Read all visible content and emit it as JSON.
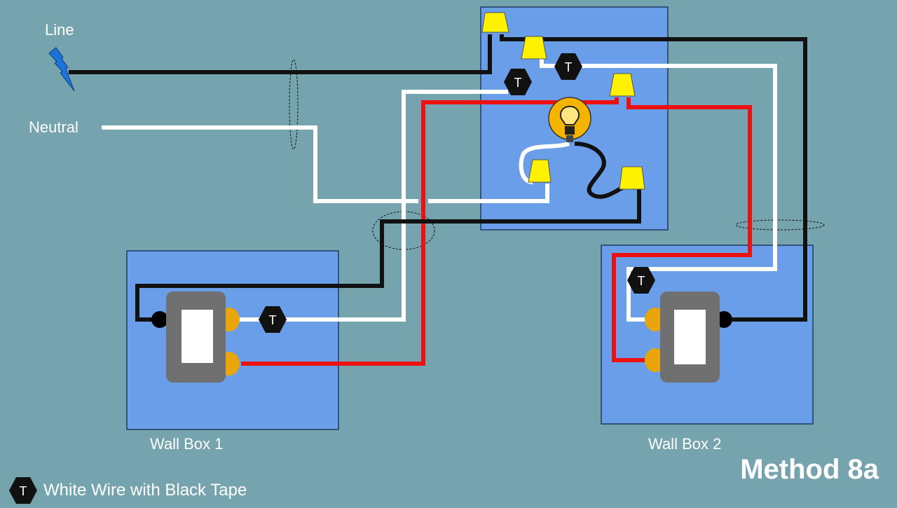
{
  "labels": {
    "line": "Line",
    "neutral": "Neutral",
    "wall_box_1": "Wall Box 1",
    "wall_box_2": "Wall Box 2",
    "method": "Method 8a",
    "tape_marker": "T",
    "legend": "White Wire with Black Tape"
  },
  "colors": {
    "background": "#75A3AE",
    "box_fill": "#6A9EE8",
    "box_stroke": "#1F3A5F",
    "wire_hot": "#111111",
    "wire_neutral": "#FFFFFF",
    "wire_traveler": "#EE1111",
    "wire_nut": "#FFF200",
    "switch_body": "#707070",
    "terminal_brass": "#E9A60C",
    "terminal_common": "#000000",
    "bulb": "#F4B400",
    "lightning": "#1E73D8"
  },
  "icons": [
    "lightning-bolt-icon",
    "light-bulb-icon",
    "wire-nut-icon",
    "switch-icon",
    "tape-marker-icon"
  ]
}
